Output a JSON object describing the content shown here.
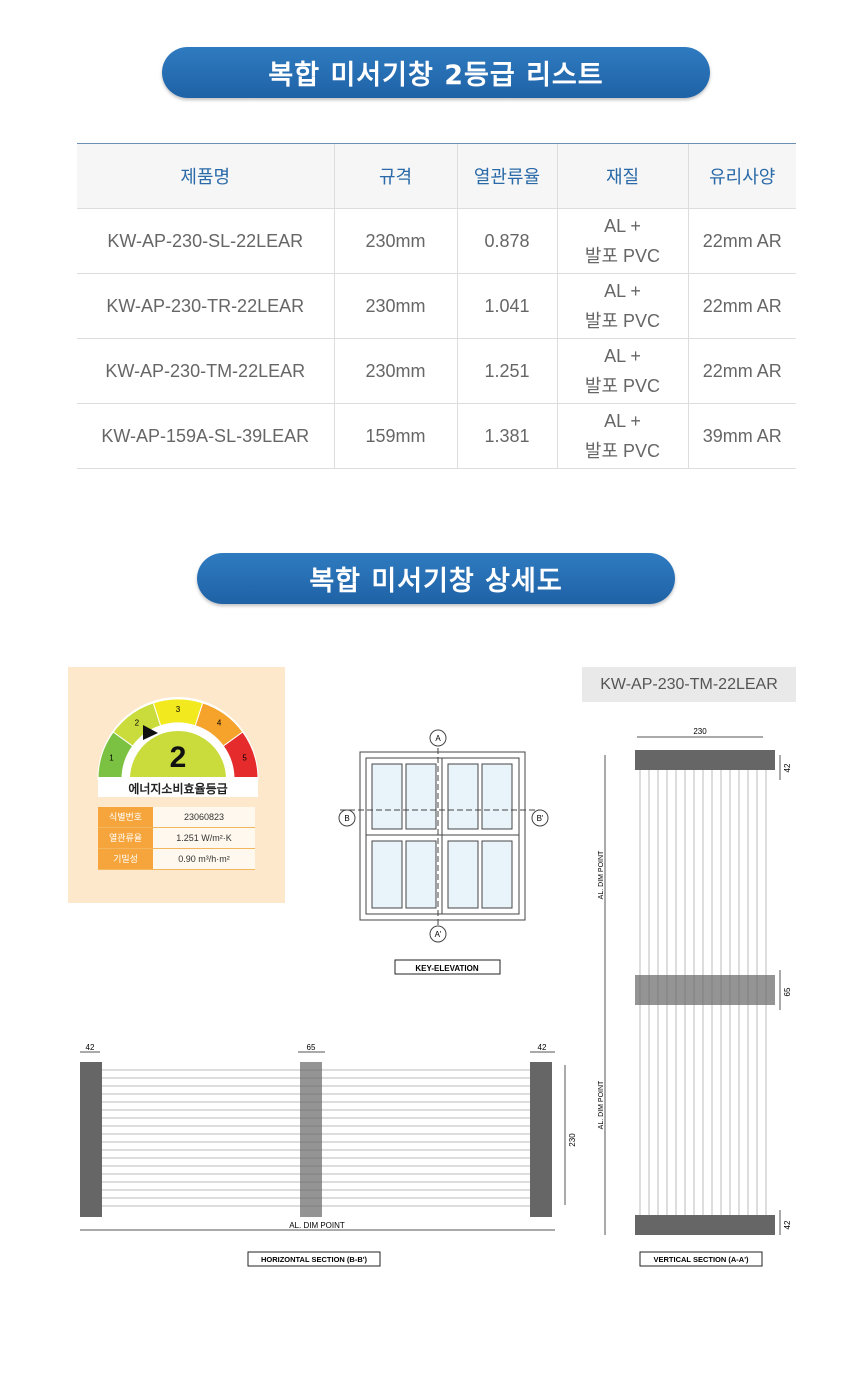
{
  "sections": {
    "list_title": "복합 미서기창 2등급 리스트",
    "detail_title": "복합 미서기창 상세도"
  },
  "table": {
    "headers": [
      "제품명",
      "규격",
      "열관류율",
      "재질",
      "유리사양"
    ],
    "rows": [
      {
        "name": "KW-AP-230-SL-22LEAR",
        "size": "230mm",
        "u": "0.878",
        "mat1": "AL +",
        "mat2": "발포 PVC",
        "glass": "22mm AR"
      },
      {
        "name": "KW-AP-230-TR-22LEAR",
        "size": "230mm",
        "u": "1.041",
        "mat1": "AL +",
        "mat2": "발포 PVC",
        "glass": "22mm AR"
      },
      {
        "name": "KW-AP-230-TM-22LEAR",
        "size": "230mm",
        "u": "1.251",
        "mat1": "AL +",
        "mat2": "발포 PVC",
        "glass": "22mm AR"
      },
      {
        "name": "KW-AP-159A-SL-39LEAR",
        "size": "159mm",
        "u": "1.381",
        "mat1": "AL +",
        "mat2": "발포 PVC",
        "glass": "39mm AR"
      }
    ]
  },
  "energy_label": {
    "grade": "2",
    "scale": [
      "1",
      "2",
      "3",
      "4",
      "5"
    ],
    "title": "에너지소비효율등급",
    "rows": [
      {
        "k": "식별번호",
        "v": "23060823"
      },
      {
        "k": "열관류율",
        "v": "1.251 W/m²·K"
      },
      {
        "k": "기밀성",
        "v": "0.90 m³/h·m²"
      }
    ],
    "colors": [
      "#7cc242",
      "#c9dc3c",
      "#f2ea1e",
      "#f6a32b",
      "#e52b2b"
    ]
  },
  "drawing": {
    "model": "KW-AP-230-TM-22LEAR",
    "key_elevation": "KEY-ELEVATION",
    "horizontal": "HORIZONTAL SECTION (B-B')",
    "vertical": "VERTICAL SECTION (A-A')",
    "dim_point": "AL. DIM POINT",
    "markers": {
      "a": "A",
      "a2": "A'",
      "b": "B",
      "b2": "B'"
    },
    "dims": {
      "d230": "230",
      "d42": "42",
      "d65": "65"
    }
  }
}
